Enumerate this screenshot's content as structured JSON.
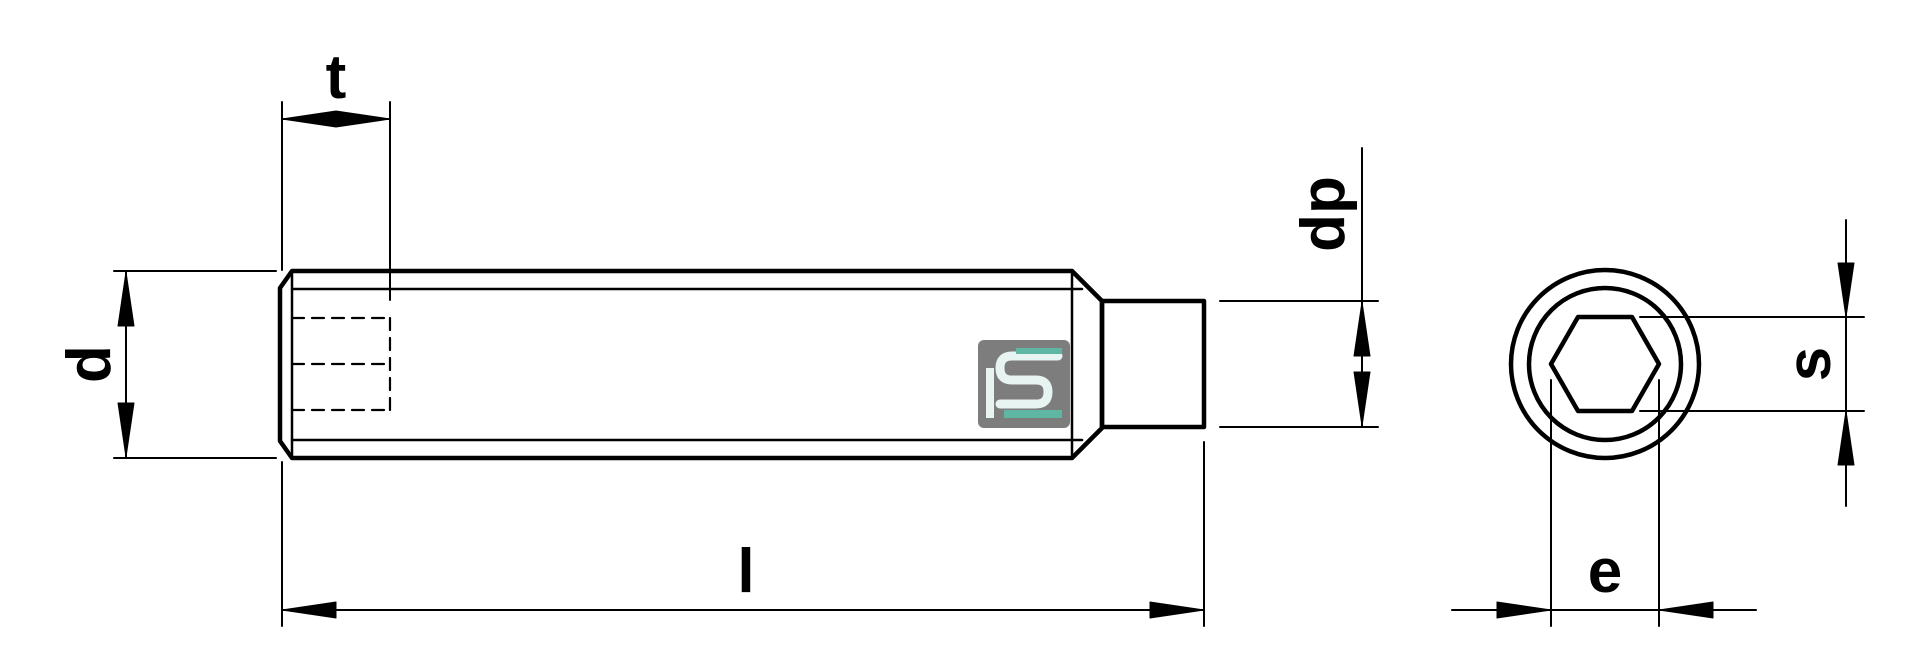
{
  "labels": {
    "t": "t",
    "d": "d",
    "dp": "dp",
    "l": "l",
    "s": "s",
    "e": "e"
  },
  "logo": {
    "background": "#7d7d7d",
    "accent": "#5fb7a3"
  }
}
